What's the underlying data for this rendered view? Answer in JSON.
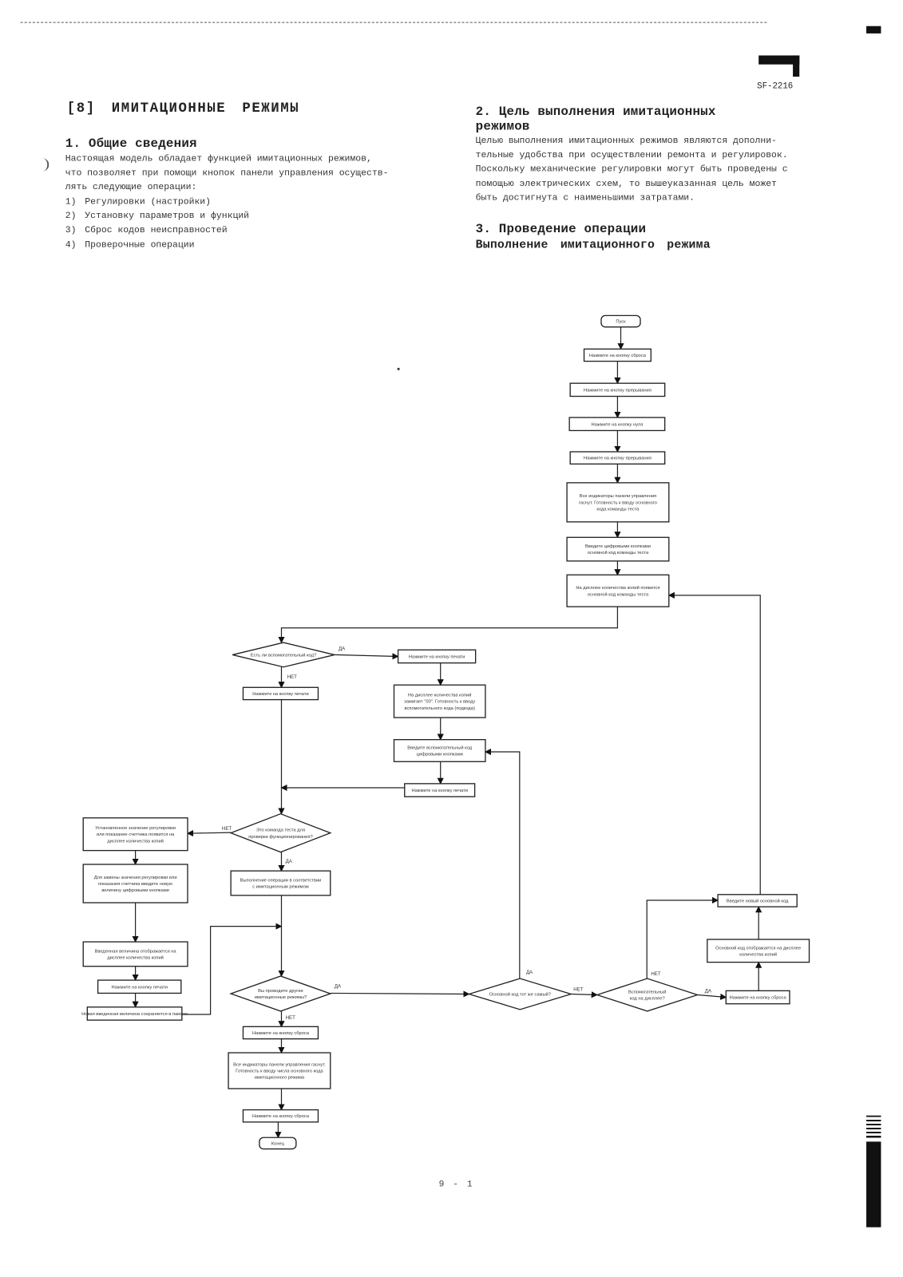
{
  "header": {
    "model": "SF-2216"
  },
  "section_title": "[8] ИМИТАЦИОННЫЕ РЕЖИМЫ",
  "general": {
    "title": "1. Общие сведения",
    "lines": [
      "Настоящая модель обладает функцией имитационных режимов,",
      "что позволяет при помощи кнопок панели управления осуществ-",
      "лять следующие операции:"
    ],
    "items": [
      {
        "num": "1)",
        "text": "Регулировки (настройки)"
      },
      {
        "num": "2)",
        "text": "Установку параметров и функций"
      },
      {
        "num": "3)",
        "text": "Сброс кодов неисправностей"
      },
      {
        "num": "4)",
        "text": "Проверочные операции"
      }
    ]
  },
  "purpose": {
    "title_line1": "2. Цель выполнения имитационных",
    "title_line2": "режимов",
    "lines": [
      "Целью выполнения имитационных режимов являются дополни-",
      "тельные удобства при осуществлении ремонта и регулировок.",
      "Поскольку механические регулировки могут быть проведены с",
      "помощью электрических схем, то вышеуказанная цель может",
      "быть достигнута с наименьшими затратами."
    ]
  },
  "procedure": {
    "title": "3. Проведение операции",
    "subtitle": "Выполнение имитационного режима"
  },
  "flowchart": {
    "nodes": {
      "start": [
        "Пуск"
      ],
      "b1": [
        "Нажмите на кнопку сброса"
      ],
      "b2": [
        "Нажмите на кнопку прерывания"
      ],
      "b3": [
        "Нажмите на кнопку нуля"
      ],
      "b4": [
        "Нажмите на кнопку прерывания"
      ],
      "b5": [
        "Все индикаторы панели управления",
        "гаснут. Готовность к вводу основного",
        "кода команды теста"
      ],
      "b6": [
        "Введите цифровыми кнопками",
        "основной код команды теста"
      ],
      "b7": [
        "На дисплее количества копий появится",
        "основной код команды теста"
      ],
      "d1": [
        "Есть ли вспомогательный код?"
      ],
      "b8": [
        "Нажмите на кнопку печати"
      ],
      "b9": [
        "Нажмите на кнопку печати"
      ],
      "b10": [
        "На дисплее количества копий",
        "замигает \"00\". Готовность к вводу",
        "вспомогательного кода (подкода)"
      ],
      "b11": [
        "Введите вспомогательный код",
        "цифровыми кнопками"
      ],
      "b12": [
        "Нажмите на кнопку печати"
      ],
      "d2": [
        "Это команда теста для",
        "проверки функционирования?"
      ],
      "l1": [
        "Установленное значение регулировки",
        "или показание счетчика появится на",
        "дисплее количества копий"
      ],
      "l2": [
        "Для замены значения регулировки или",
        "показания счетчика введите новую",
        "величину цифровыми кнопками"
      ],
      "l3": [
        "Введенная величина отображается на",
        "дисплее количества копий"
      ],
      "l4": [
        "Нажмите на кнопку печати"
      ],
      "l5": [
        "Новая введенная величина сохраняется в памяти"
      ],
      "b13": [
        "Выполнение операции в соответствии",
        "с имитационным режимом"
      ],
      "d3": [
        "Вы проводите другие",
        "имитационные режимы?"
      ],
      "d4": [
        "Основной код тот же самый?"
      ],
      "d5": [
        "Вспомогательный",
        "код на дисплее?"
      ],
      "b15": [
        "Нажмите на кнопку сброса"
      ],
      "b16": [
        "Основной код отображается на дисплее",
        "количества копий"
      ],
      "b17": [
        "Введите новый основной код"
      ],
      "b18": [
        "Нажмите на кнопку сброса"
      ],
      "b19": [
        "Все индикаторы панели управления гаснут.",
        "Готовность к вводу числа основного кода",
        "имитационного режима"
      ],
      "b20": [
        "Нажмите на кнопку сброса"
      ],
      "end": [
        "Конец"
      ]
    },
    "yes": "ДА",
    "no": "НЕТ"
  },
  "footer": {
    "page": "9 - 1"
  }
}
